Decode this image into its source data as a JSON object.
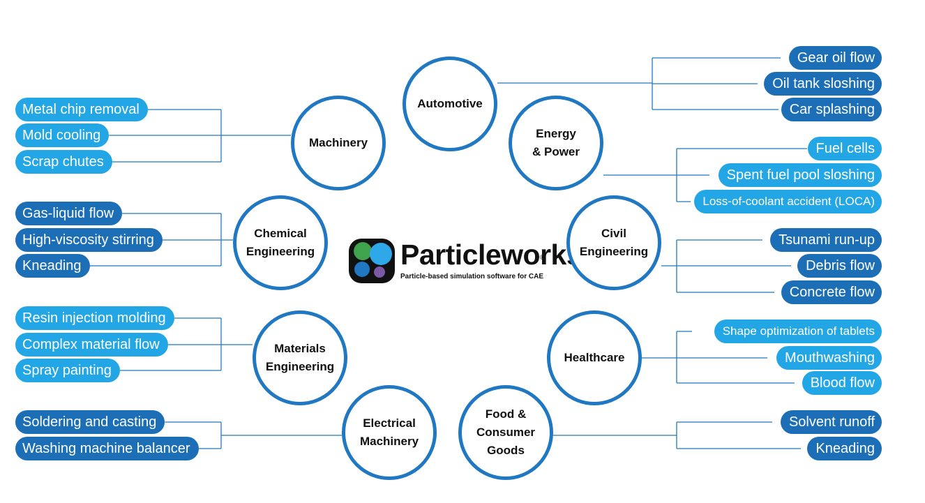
{
  "logo": {
    "name": "Particleworks",
    "registered": "®",
    "tagline": "Particle-based simulation software for CAE"
  },
  "colors": {
    "circle_border": "#1f78c1",
    "pill_dark": "#1c6fb6",
    "pill_light": "#23a6e6",
    "connector": "#1f78c1"
  },
  "industries": [
    {
      "id": "automotive",
      "label": "Automotive",
      "items": [
        {
          "text": "Gear oil flow",
          "tone": "dark"
        },
        {
          "text": "Oil tank sloshing",
          "tone": "dark"
        },
        {
          "text": "Car splashing",
          "tone": "dark"
        }
      ]
    },
    {
      "id": "energy",
      "label": "Energy\n& Power",
      "items": [
        {
          "text": "Fuel cells",
          "tone": "light"
        },
        {
          "text": "Spent fuel pool sloshing",
          "tone": "light"
        },
        {
          "text": "Loss-of-coolant accident (LOCA)",
          "tone": "light"
        }
      ]
    },
    {
      "id": "civil",
      "label": "Civil\nEngineering",
      "items": [
        {
          "text": "Tsunami run-up",
          "tone": "dark"
        },
        {
          "text": "Debris flow",
          "tone": "dark"
        },
        {
          "text": "Concrete flow",
          "tone": "dark"
        }
      ]
    },
    {
      "id": "healthcare",
      "label": "Healthcare",
      "items": [
        {
          "text": "Shape optimization of tablets",
          "tone": "light"
        },
        {
          "text": "Mouthwashing",
          "tone": "light"
        },
        {
          "text": "Blood flow",
          "tone": "light"
        }
      ]
    },
    {
      "id": "food",
      "label": "Food &\nConsumer\nGoods",
      "items": [
        {
          "text": "Solvent runoff",
          "tone": "dark"
        },
        {
          "text": "Kneading",
          "tone": "dark"
        }
      ]
    },
    {
      "id": "electrical",
      "label": "Electrical\nMachinery",
      "items": [
        {
          "text": "Soldering and casting",
          "tone": "dark"
        },
        {
          "text": "Washing machine balancer",
          "tone": "dark"
        }
      ]
    },
    {
      "id": "materials",
      "label": "Materials\nEngineering",
      "items": [
        {
          "text": "Resin injection molding",
          "tone": "light"
        },
        {
          "text": "Complex material flow",
          "tone": "light"
        },
        {
          "text": "Spray painting",
          "tone": "light"
        }
      ]
    },
    {
      "id": "chemical",
      "label": "Chemical\nEngineering",
      "items": [
        {
          "text": "Gas-liquid flow",
          "tone": "dark"
        },
        {
          "text": "High-viscosity stirring",
          "tone": "dark"
        },
        {
          "text": "Kneading",
          "tone": "dark"
        }
      ]
    },
    {
      "id": "machinery",
      "label": "Machinery",
      "items": [
        {
          "text": "Metal chip removal",
          "tone": "light"
        },
        {
          "text": "Mold cooling",
          "tone": "light"
        },
        {
          "text": "Scrap chutes",
          "tone": "light"
        }
      ]
    }
  ]
}
